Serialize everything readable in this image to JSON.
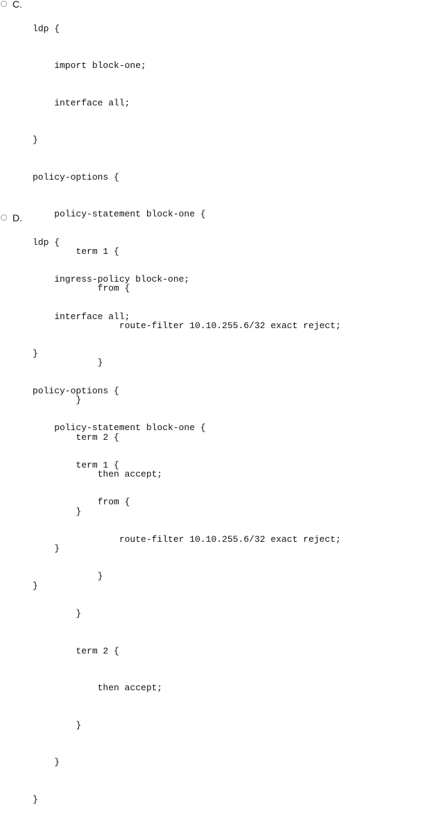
{
  "options": [
    {
      "letter": "C.",
      "lines": [
        "ldp {",
        "    import block-one;",
        "    interface all;",
        "}",
        "policy-options {",
        "    policy-statement block-one {",
        "        term 1 {",
        "            from {",
        "                route-filter 10.10.255.6/32 exact reject;",
        "            }",
        "        }",
        "        term 2 {",
        "            then accept;",
        "        }",
        "    }",
        "}"
      ]
    },
    {
      "letter": "D.",
      "lines": [
        "ldp {",
        "    ingress-policy block-one;",
        "    interface all;",
        "}",
        "policy-options {",
        "    policy-statement block-one {",
        "        term 1 {",
        "            from {",
        "                route-filter 10.10.255.6/32 exact reject;",
        "            }",
        "        }",
        "        term 2 {",
        "            then accept;",
        "        }",
        "    }",
        "}"
      ]
    }
  ]
}
